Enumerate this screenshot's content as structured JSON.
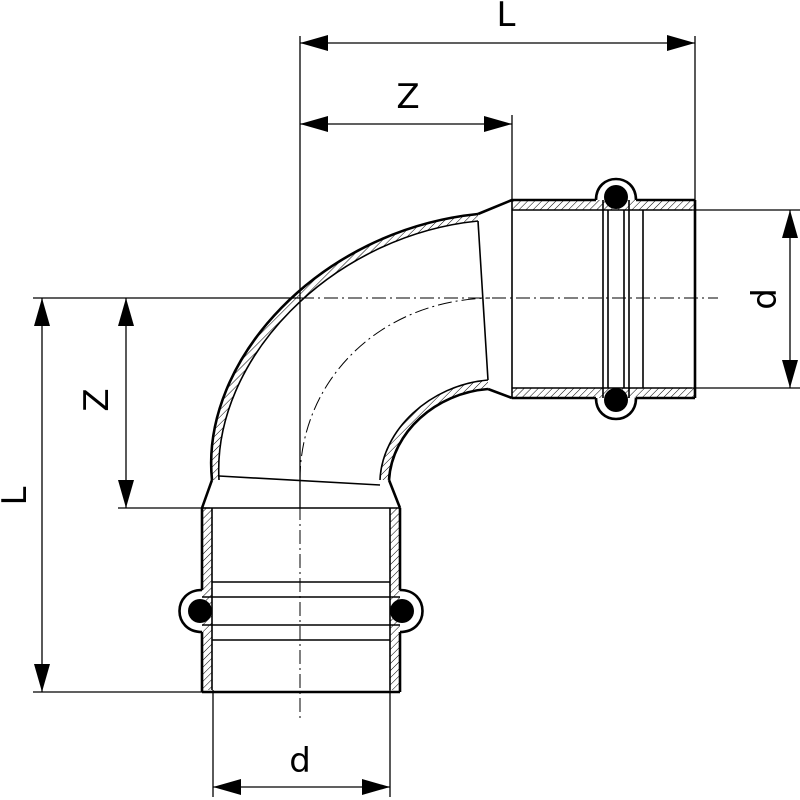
{
  "dimensions": {
    "top_overall": "L",
    "top_offset": "Z",
    "left_overall": "L",
    "left_offset": "Z",
    "right_diameter": "d",
    "bottom_diameter": "d"
  },
  "colors": {
    "line": "#000000",
    "background": "#ffffff"
  }
}
